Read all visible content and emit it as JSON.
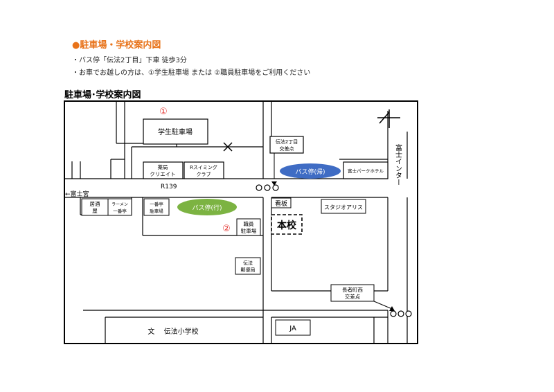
{
  "header": {
    "title": "駐車場・学校案内図",
    "note_bus": "・バス停「伝法2丁目」下車 徒歩3分",
    "note_car": "・お車でお越しの方は、①学生駐車場 または ②職員駐車場をご利用ください"
  },
  "map": {
    "title": "駐車場･学校案内図",
    "labels": {
      "marker1": "①",
      "marker2": "②",
      "student_parking": "学生駐車場",
      "denbo_intersection_1": "伝法2丁目",
      "denbo_intersection_2": "交差点",
      "bus_return": "バス停(帰)",
      "bus_go": "バス停(行)",
      "fuji_park_hotel": "富士パークホテル",
      "pharmacy_1": "薬局",
      "pharmacy_2": "クリエイト",
      "swimming_1": "Rスイミング",
      "swimming_2": "クラブ",
      "fujinomiya": "←富士宮",
      "route": "R139",
      "izakaya_1": "居酒",
      "izakaya_2": "屋",
      "ramen_1": "ラーメン",
      "ramen_2": "一番亭",
      "ichibantei_1": "一番亭",
      "ichibantei_2": "駐車場",
      "staff_parking_1": "職員",
      "staff_parking_2": "駐車場",
      "signboard": "看板",
      "studio_alice": "スタジオアリス",
      "school": "本校",
      "fuji_interchange": "富士インター",
      "post_office_1": "伝法",
      "post_office_2": "郵便局",
      "chojamachi_1": "長者町西",
      "chojamachi_2": "交差点",
      "elementary_school": "文　 伝法小学校",
      "ja": "JA"
    },
    "colors": {
      "bus_return": "#3f6cc4",
      "bus_go": "#7cb342",
      "marker": "#e53935",
      "heading": "#e8731a"
    }
  }
}
